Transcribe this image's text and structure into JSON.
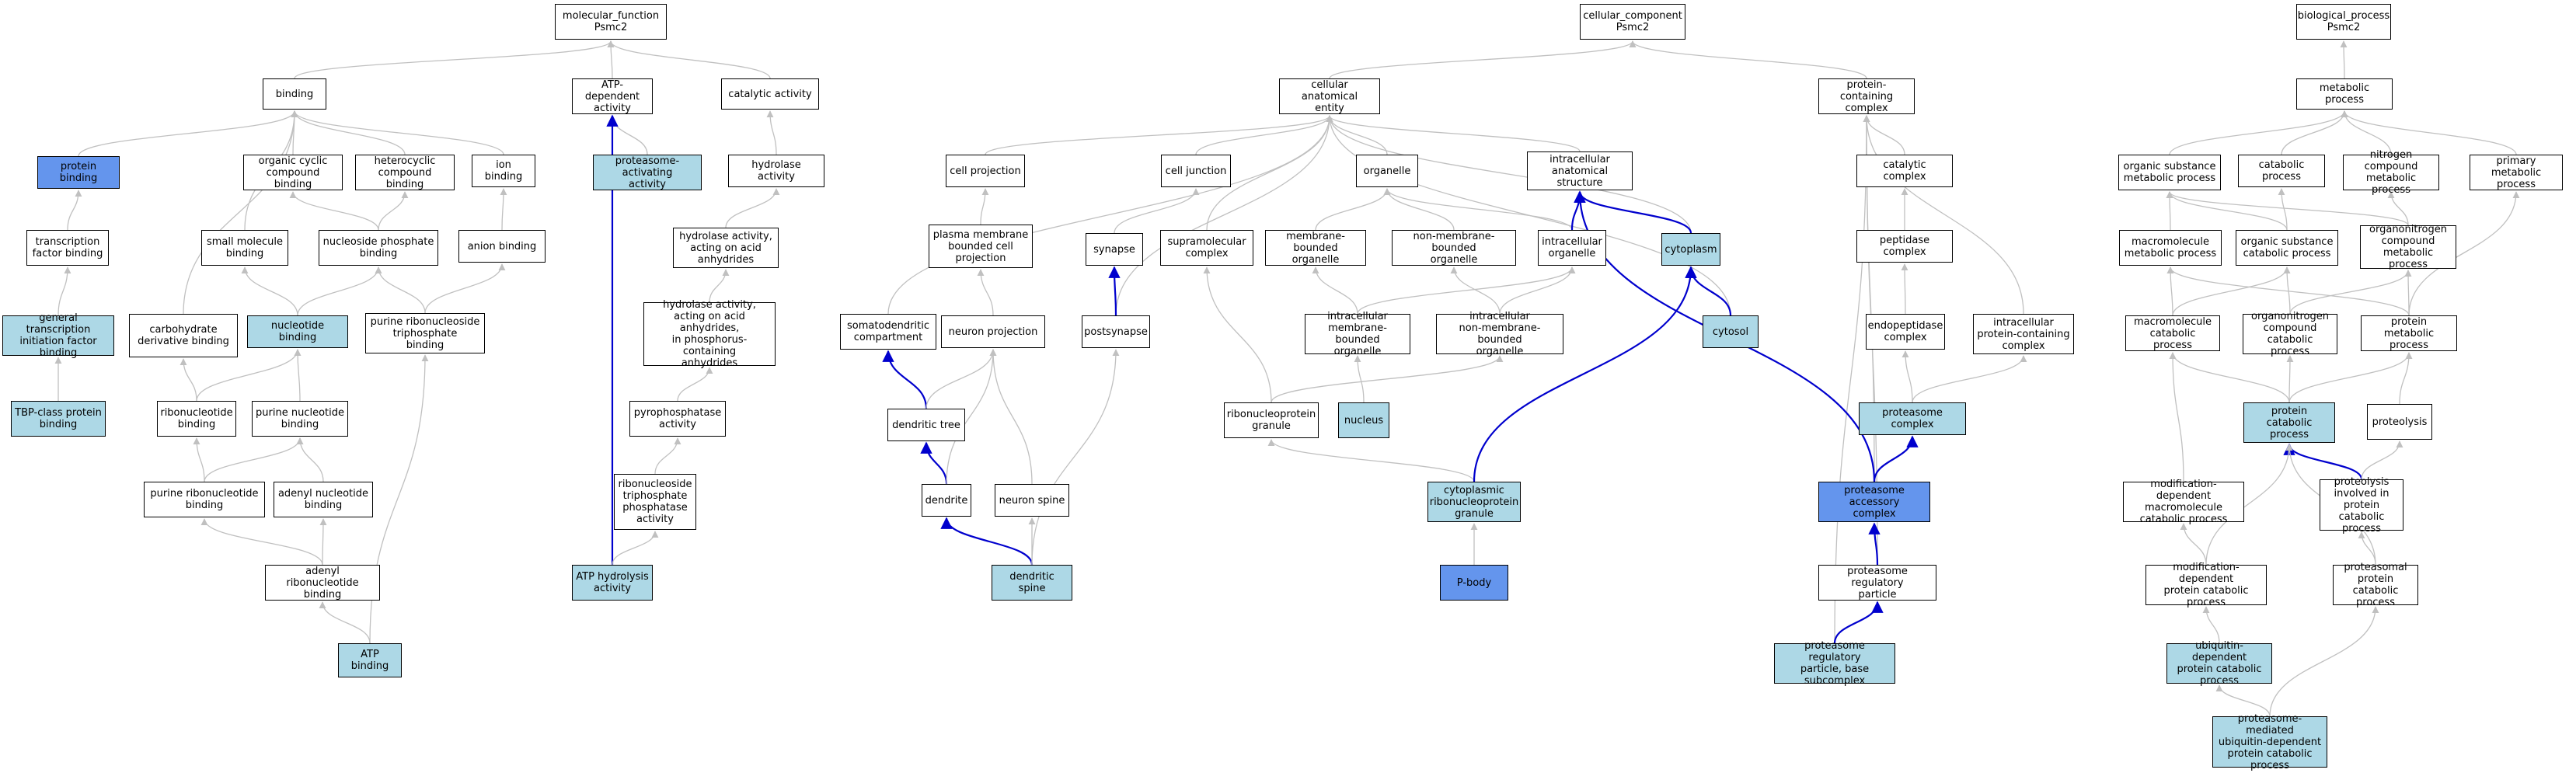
{
  "colors": {
    "background": "#ffffff",
    "plain_node": "#ffffff",
    "highlight_node": "#add8e6",
    "query_node": "#6495ed",
    "gray_edge": "#c0c0c0",
    "blue_edge": "#0000cd",
    "node_border": "#000000"
  },
  "nodes": [
    {
      "id": "mf_root",
      "label": "molecular_function\nPsmc2",
      "style": "plain"
    },
    {
      "id": "binding",
      "label": "binding",
      "style": "plain"
    },
    {
      "id": "atp_dep",
      "label": "ATP-dependent\nactivity",
      "style": "plain"
    },
    {
      "id": "catalytic_act",
      "label": "catalytic activity",
      "style": "plain"
    },
    {
      "id": "protein_binding",
      "label": "protein binding",
      "style": "dark"
    },
    {
      "id": "organic_cyclic",
      "label": "organic cyclic\ncompound binding",
      "style": "plain"
    },
    {
      "id": "heterocyclic",
      "label": "heterocyclic\ncompound binding",
      "style": "plain"
    },
    {
      "id": "ion_binding",
      "label": "ion binding",
      "style": "plain"
    },
    {
      "id": "proteasome_act",
      "label": "proteasome-activating\nactivity",
      "style": "light"
    },
    {
      "id": "hydrolase",
      "label": "hydrolase activity",
      "style": "plain"
    },
    {
      "id": "tf_binding",
      "label": "transcription\nfactor binding",
      "style": "plain"
    },
    {
      "id": "small_mol",
      "label": "small molecule\nbinding",
      "style": "plain"
    },
    {
      "id": "nucleoside_p",
      "label": "nucleoside phosphate\nbinding",
      "style": "plain"
    },
    {
      "id": "anion",
      "label": "anion binding",
      "style": "plain"
    },
    {
      "id": "hydrolase_acid",
      "label": "hydrolase activity,\nacting on acid\nanhydrides",
      "style": "plain"
    },
    {
      "id": "gen_tf",
      "label": "general transcription\ninitiation factor\nbinding",
      "style": "light"
    },
    {
      "id": "carbohydrate",
      "label": "carbohydrate\nderivative binding",
      "style": "plain"
    },
    {
      "id": "nucleotide",
      "label": "nucleotide binding",
      "style": "light"
    },
    {
      "id": "purine_ribo_tp",
      "label": "purine ribonucleoside\ntriphosphate\nbinding",
      "style": "plain"
    },
    {
      "id": "hydrolase_phos",
      "label": "hydrolase activity,\nacting on acid\nanhydrides,\nin phosphorus-containing\nanhydrides",
      "style": "plain"
    },
    {
      "id": "tbp",
      "label": "TBP-class protein\nbinding",
      "style": "light"
    },
    {
      "id": "ribonucleotide",
      "label": "ribonucleotide\nbinding",
      "style": "plain"
    },
    {
      "id": "purine_nt",
      "label": "purine nucleotide\nbinding",
      "style": "plain"
    },
    {
      "id": "pyrophosphatase",
      "label": "pyrophosphatase\nactivity",
      "style": "plain"
    },
    {
      "id": "purine_ribont",
      "label": "purine ribonucleotide\nbinding",
      "style": "plain"
    },
    {
      "id": "adenyl_nt",
      "label": "adenyl nucleotide\nbinding",
      "style": "plain"
    },
    {
      "id": "ribo_tp_phosphatase",
      "label": "ribonucleoside\ntriphosphate\nphosphatase\nactivity",
      "style": "plain"
    },
    {
      "id": "adenyl_ribont",
      "label": "adenyl ribonucleotide\nbinding",
      "style": "plain"
    },
    {
      "id": "atp_hydrolysis",
      "label": "ATP hydrolysis\nactivity",
      "style": "light"
    },
    {
      "id": "atp_binding",
      "label": "ATP binding",
      "style": "light"
    },
    {
      "id": "cc_root",
      "label": "cellular_component\nPsmc2",
      "style": "plain"
    },
    {
      "id": "cae",
      "label": "cellular anatomical\nentity",
      "style": "plain"
    },
    {
      "id": "pcc",
      "label": "protein-containing\ncomplex",
      "style": "plain"
    },
    {
      "id": "cell_proj",
      "label": "cell projection",
      "style": "plain"
    },
    {
      "id": "cell_junction",
      "label": "cell junction",
      "style": "plain"
    },
    {
      "id": "organelle",
      "label": "organelle",
      "style": "plain"
    },
    {
      "id": "ias",
      "label": "intracellular\nanatomical structure",
      "style": "plain"
    },
    {
      "id": "catalytic_complex",
      "label": "catalytic complex",
      "style": "plain"
    },
    {
      "id": "pmbcp",
      "label": "plasma membrane\nbounded cell\nprojection",
      "style": "plain"
    },
    {
      "id": "synapse",
      "label": "synapse",
      "style": "plain"
    },
    {
      "id": "supramolecular",
      "label": "supramolecular\ncomplex",
      "style": "plain"
    },
    {
      "id": "membrane_bounded",
      "label": "membrane-bounded\norganelle",
      "style": "plain"
    },
    {
      "id": "non_membrane",
      "label": "non-membrane-bounded\norganelle",
      "style": "plain"
    },
    {
      "id": "intra_organelle",
      "label": "intracellular\norganelle",
      "style": "plain"
    },
    {
      "id": "cytoplasm",
      "label": "cytoplasm",
      "style": "light"
    },
    {
      "id": "peptidase_complex",
      "label": "peptidase complex",
      "style": "plain"
    },
    {
      "id": "somatodendritic",
      "label": "somatodendritic\ncompartment",
      "style": "plain"
    },
    {
      "id": "neuron_proj",
      "label": "neuron projection",
      "style": "plain"
    },
    {
      "id": "postsynapse",
      "label": "postsynapse",
      "style": "plain"
    },
    {
      "id": "intra_mbo",
      "label": "intracellular\nmembrane-bounded\norganelle",
      "style": "plain"
    },
    {
      "id": "intra_nmbo",
      "label": "intracellular\nnon-membrane-bounded\norganelle",
      "style": "plain"
    },
    {
      "id": "cytosol",
      "label": "cytosol",
      "style": "light"
    },
    {
      "id": "endopeptidase",
      "label": "endopeptidase\ncomplex",
      "style": "plain"
    },
    {
      "id": "intra_pcc",
      "label": "intracellular\nprotein-containing\ncomplex",
      "style": "plain"
    },
    {
      "id": "dendritic_tree",
      "label": "dendritic tree",
      "style": "plain"
    },
    {
      "id": "rnp_granule",
      "label": "ribonucleoprotein\ngranule",
      "style": "plain"
    },
    {
      "id": "nucleus",
      "label": "nucleus",
      "style": "light"
    },
    {
      "id": "proteasome_complex",
      "label": "proteasome complex",
      "style": "light"
    },
    {
      "id": "dendrite",
      "label": "dendrite",
      "style": "plain"
    },
    {
      "id": "neuron_spine",
      "label": "neuron spine",
      "style": "plain"
    },
    {
      "id": "cyto_rnp_granule",
      "label": "cytoplasmic\nribonucleoprotein\ngranule",
      "style": "light"
    },
    {
      "id": "proteasome_accessory",
      "label": "proteasome accessory\ncomplex",
      "style": "dark"
    },
    {
      "id": "dendritic_spine",
      "label": "dendritic spine",
      "style": "light"
    },
    {
      "id": "p_body",
      "label": "P-body",
      "style": "dark"
    },
    {
      "id": "proteasome_reg",
      "label": "proteasome regulatory\nparticle",
      "style": "plain"
    },
    {
      "id": "proteasome_base",
      "label": "proteasome regulatory\nparticle, base\nsubcomplex",
      "style": "light"
    },
    {
      "id": "bp_root",
      "label": "biological_process\nPsmc2",
      "style": "plain"
    },
    {
      "id": "metabolic",
      "label": "metabolic process",
      "style": "plain"
    },
    {
      "id": "organic_subst_met",
      "label": "organic substance\nmetabolic process",
      "style": "plain"
    },
    {
      "id": "catabolic",
      "label": "catabolic process",
      "style": "plain"
    },
    {
      "id": "nitrogen_met",
      "label": "nitrogen compound\nmetabolic process",
      "style": "plain"
    },
    {
      "id": "primary_met",
      "label": "primary metabolic\nprocess",
      "style": "plain"
    },
    {
      "id": "macromol_met",
      "label": "macromolecule\nmetabolic process",
      "style": "plain"
    },
    {
      "id": "organic_subst_cat",
      "label": "organic substance\ncatabolic process",
      "style": "plain"
    },
    {
      "id": "organonitrogen_met",
      "label": "organonitrogen\ncompound metabolic\nprocess",
      "style": "plain"
    },
    {
      "id": "macromol_cat",
      "label": "macromolecule\ncatabolic process",
      "style": "plain"
    },
    {
      "id": "organonitrogen_cat",
      "label": "organonitrogen\ncompound catabolic\nprocess",
      "style": "plain"
    },
    {
      "id": "protein_met",
      "label": "protein metabolic\nprocess",
      "style": "plain"
    },
    {
      "id": "protein_cat",
      "label": "protein catabolic\nprocess",
      "style": "light"
    },
    {
      "id": "proteolysis",
      "label": "proteolysis",
      "style": "plain"
    },
    {
      "id": "mod_dep_macromol_cat",
      "label": "modification-dependent\nmacromolecule\ncatabolic process",
      "style": "plain"
    },
    {
      "id": "proteolysis_cat",
      "label": "proteolysis\ninvolved in\nprotein catabolic\nprocess",
      "style": "plain"
    },
    {
      "id": "mod_dep_protein_cat",
      "label": "modification-dependent\nprotein catabolic\nprocess",
      "style": "plain"
    },
    {
      "id": "proteasomal_cat",
      "label": "proteasomal\nprotein catabolic\nprocess",
      "style": "plain"
    },
    {
      "id": "ub_dep_cat",
      "label": "ubiquitin-dependent\nprotein catabolic\nprocess",
      "style": "light"
    },
    {
      "id": "proteasome_ub",
      "label": "proteasome-mediated\nubiquitin-dependent\nprotein catabolic\nprocess",
      "style": "light"
    }
  ],
  "edges": [
    [
      "binding",
      "mf_root",
      "gray"
    ],
    [
      "atp_dep",
      "mf_root",
      "gray"
    ],
    [
      "catalytic_act",
      "mf_root",
      "gray"
    ],
    [
      "protein_binding",
      "binding",
      "gray"
    ],
    [
      "organic_cyclic",
      "binding",
      "gray"
    ],
    [
      "heterocyclic",
      "binding",
      "gray"
    ],
    [
      "ion_binding",
      "binding",
      "gray"
    ],
    [
      "small_mol",
      "binding",
      "gray"
    ],
    [
      "carbohydrate",
      "binding",
      "gray"
    ],
    [
      "tf_binding",
      "protein_binding",
      "gray"
    ],
    [
      "gen_tf",
      "tf_binding",
      "gray"
    ],
    [
      "tbp",
      "gen_tf",
      "gray"
    ],
    [
      "proteasome_act",
      "atp_dep",
      "gray"
    ],
    [
      "atp_hydrolysis",
      "atp_dep",
      "blue"
    ],
    [
      "hydrolase",
      "catalytic_act",
      "gray"
    ],
    [
      "hydrolase_acid",
      "hydrolase",
      "gray"
    ],
    [
      "hydrolase_phos",
      "hydrolase_acid",
      "gray"
    ],
    [
      "pyrophosphatase",
      "hydrolase_phos",
      "gray"
    ],
    [
      "ribo_tp_phosphatase",
      "pyrophosphatase",
      "gray"
    ],
    [
      "atp_hydrolysis",
      "ribo_tp_phosphatase",
      "gray"
    ],
    [
      "nucleoside_p",
      "organic_cyclic",
      "gray"
    ],
    [
      "nucleoside_p",
      "heterocyclic",
      "gray"
    ],
    [
      "anion",
      "ion_binding",
      "gray"
    ],
    [
      "nucleotide",
      "small_mol",
      "gray"
    ],
    [
      "nucleotide",
      "nucleoside_p",
      "gray"
    ],
    [
      "purine_ribo_tp",
      "nucleoside_p",
      "gray"
    ],
    [
      "purine_ribo_tp",
      "anion",
      "gray"
    ],
    [
      "ribonucleotide",
      "carbohydrate",
      "gray"
    ],
    [
      "ribonucleotide",
      "nucleotide",
      "gray"
    ],
    [
      "purine_nt",
      "nucleotide",
      "gray"
    ],
    [
      "purine_ribont",
      "ribonucleotide",
      "gray"
    ],
    [
      "purine_ribont",
      "purine_nt",
      "gray"
    ],
    [
      "adenyl_nt",
      "purine_nt",
      "gray"
    ],
    [
      "adenyl_ribont",
      "purine_ribont",
      "gray"
    ],
    [
      "adenyl_ribont",
      "adenyl_nt",
      "gray"
    ],
    [
      "atp_binding",
      "adenyl_ribont",
      "gray"
    ],
    [
      "atp_binding",
      "purine_ribo_tp",
      "gray"
    ],
    [
      "cae",
      "cc_root",
      "gray"
    ],
    [
      "pcc",
      "cc_root",
      "gray"
    ],
    [
      "cell_proj",
      "cae",
      "gray"
    ],
    [
      "cell_junction",
      "cae",
      "gray"
    ],
    [
      "organelle",
      "cae",
      "gray"
    ],
    [
      "ias",
      "cae",
      "gray"
    ],
    [
      "supramolecular",
      "cae",
      "gray"
    ],
    [
      "somatodendritic",
      "cae",
      "gray"
    ],
    [
      "cytoplasm",
      "cae",
      "gray"
    ],
    [
      "cytosol",
      "cae",
      "gray"
    ],
    [
      "postsynapse",
      "cae",
      "gray"
    ],
    [
      "catalytic_complex",
      "pcc",
      "gray"
    ],
    [
      "peptidase_complex",
      "catalytic_complex",
      "gray"
    ],
    [
      "endopeptidase",
      "peptidase_complex",
      "gray"
    ],
    [
      "intra_pcc",
      "pcc",
      "gray"
    ],
    [
      "proteasome_complex",
      "endopeptidase",
      "gray"
    ],
    [
      "proteasome_complex",
      "intra_pcc",
      "gray"
    ],
    [
      "proteasome_reg",
      "pcc",
      "gray"
    ],
    [
      "proteasome_base",
      "pcc",
      "gray"
    ],
    [
      "proteasome_accessory",
      "pcc",
      "gray"
    ],
    [
      "pmbcp",
      "cell_proj",
      "gray"
    ],
    [
      "synapse",
      "cell_junction",
      "gray"
    ],
    [
      "neuron_proj",
      "pmbcp",
      "gray"
    ],
    [
      "postsynapse",
      "synapse",
      "blue"
    ],
    [
      "dendritic_tree",
      "somatodendritic",
      "blue"
    ],
    [
      "dendrite",
      "dendritic_tree",
      "blue"
    ],
    [
      "dendritic_tree",
      "neuron_proj",
      "gray"
    ],
    [
      "dendrite",
      "neuron_proj",
      "gray"
    ],
    [
      "neuron_spine",
      "neuron_proj",
      "gray"
    ],
    [
      "dendritic_spine",
      "dendrite",
      "blue"
    ],
    [
      "dendritic_spine",
      "neuron_spine",
      "gray"
    ],
    [
      "dendritic_spine",
      "postsynapse",
      "gray"
    ],
    [
      "membrane_bounded",
      "organelle",
      "gray"
    ],
    [
      "non_membrane",
      "organelle",
      "gray"
    ],
    [
      "intra_organelle",
      "organelle",
      "gray"
    ],
    [
      "intra_organelle",
      "ias",
      "blue"
    ],
    [
      "cytoplasm",
      "ias",
      "blue"
    ],
    [
      "cytosol",
      "cytoplasm",
      "blue"
    ],
    [
      "intra_mbo",
      "membrane_bounded",
      "gray"
    ],
    [
      "intra_mbo",
      "intra_organelle",
      "gray"
    ],
    [
      "intra_nmbo",
      "non_membrane",
      "gray"
    ],
    [
      "intra_nmbo",
      "intra_organelle",
      "gray"
    ],
    [
      "nucleus",
      "intra_mbo",
      "gray"
    ],
    [
      "rnp_granule",
      "supramolecular",
      "gray"
    ],
    [
      "rnp_granule",
      "intra_nmbo",
      "gray"
    ],
    [
      "cyto_rnp_granule",
      "rnp_granule",
      "gray"
    ],
    [
      "cyto_rnp_granule",
      "cytoplasm",
      "blue"
    ],
    [
      "p_body",
      "cyto_rnp_granule",
      "gray"
    ],
    [
      "proteasome_accessory",
      "proteasome_complex",
      "blue"
    ],
    [
      "proteasome_accessory",
      "ias",
      "blue"
    ],
    [
      "proteasome_reg",
      "proteasome_accessory",
      "blue"
    ],
    [
      "proteasome_base",
      "proteasome_reg",
      "blue"
    ],
    [
      "metabolic",
      "bp_root",
      "gray"
    ],
    [
      "organic_subst_met",
      "metabolic",
      "gray"
    ],
    [
      "catabolic",
      "metabolic",
      "gray"
    ],
    [
      "nitrogen_met",
      "metabolic",
      "gray"
    ],
    [
      "primary_met",
      "metabolic",
      "gray"
    ],
    [
      "macromol_met",
      "organic_subst_met",
      "gray"
    ],
    [
      "organic_subst_cat",
      "organic_subst_met",
      "gray"
    ],
    [
      "organic_subst_cat",
      "catabolic",
      "gray"
    ],
    [
      "organonitrogen_met",
      "organic_subst_met",
      "gray"
    ],
    [
      "organonitrogen_met",
      "nitrogen_met",
      "gray"
    ],
    [
      "macromol_cat",
      "macromol_met",
      "gray"
    ],
    [
      "macromol_cat",
      "organic_subst_cat",
      "gray"
    ],
    [
      "organonitrogen_cat",
      "organic_subst_cat",
      "gray"
    ],
    [
      "organonitrogen_cat",
      "organonitrogen_met",
      "gray"
    ],
    [
      "protein_met",
      "macromol_met",
      "gray"
    ],
    [
      "protein_met",
      "organonitrogen_met",
      "gray"
    ],
    [
      "protein_met",
      "primary_met",
      "gray"
    ],
    [
      "protein_cat",
      "macromol_cat",
      "gray"
    ],
    [
      "protein_cat",
      "organonitrogen_cat",
      "gray"
    ],
    [
      "protein_cat",
      "protein_met",
      "gray"
    ],
    [
      "proteolysis",
      "protein_met",
      "gray"
    ],
    [
      "mod_dep_macromol_cat",
      "macromol_cat",
      "gray"
    ],
    [
      "proteolysis_cat",
      "protein_cat",
      "blue"
    ],
    [
      "proteolysis_cat",
      "proteolysis",
      "gray"
    ],
    [
      "mod_dep_protein_cat",
      "protein_cat",
      "gray"
    ],
    [
      "mod_dep_protein_cat",
      "mod_dep_macromol_cat",
      "gray"
    ],
    [
      "proteasomal_cat",
      "protein_cat",
      "gray"
    ],
    [
      "proteasomal_cat",
      "proteolysis_cat",
      "gray"
    ],
    [
      "ub_dep_cat",
      "mod_dep_protein_cat",
      "gray"
    ],
    [
      "proteasome_ub",
      "ub_dep_cat",
      "gray"
    ],
    [
      "proteasome_ub",
      "proteasomal_cat",
      "gray"
    ]
  ]
}
